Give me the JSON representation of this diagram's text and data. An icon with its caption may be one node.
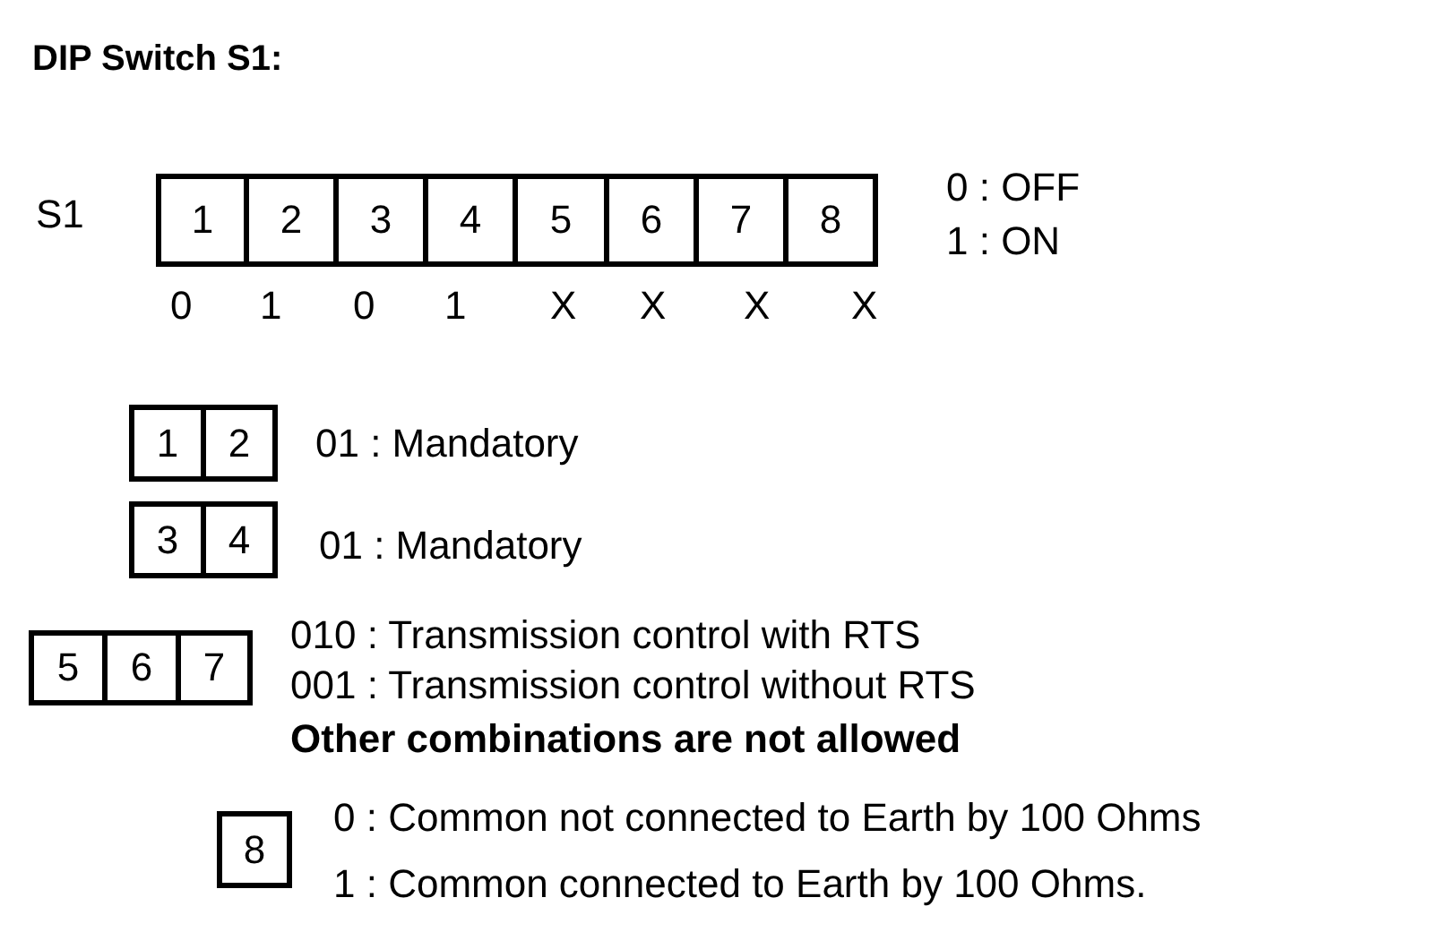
{
  "diagram": {
    "title": "DIP Switch S1:",
    "nodes": [
      {
        "text": [
          "1"
        ]
      },
      {
        "text": [
          "2"
        ]
      },
      {
        "text": [
          "3"
        ]
      },
      {
        "text": [
          "4"
        ]
      },
      {
        "text": [
          "5"
        ]
      },
      {
        "text": [
          "6"
        ]
      },
      {
        "text": [
          "7"
        ]
      },
      {
        "text": [
          "8"
        ]
      },
      {
        "text": [
          "1"
        ]
      },
      {
        "text": [
          "2"
        ]
      },
      {
        "text": [
          "3"
        ]
      },
      {
        "text": [
          "4"
        ]
      },
      {
        "text": [
          "5"
        ]
      },
      {
        "text": [
          "6"
        ]
      },
      {
        "text": [
          "7"
        ]
      },
      {
        "text": [
          "8"
        ]
      }
    ],
    "labels": [
      "S1",
      "0 : OFF",
      "1 : ON",
      "0",
      "1",
      "0",
      "1",
      "X",
      "X",
      "X",
      "X",
      "01 : Mandatory",
      "01 : Mandatory",
      "010 : Transmission control with RTS",
      "001 : Transmission control without RTS",
      "Other combinations are not allowed",
      "0 : Common not connected to Earth by 100 Ohms",
      "1 : Common connected to Earth by 100 Ohms."
    ]
  }
}
